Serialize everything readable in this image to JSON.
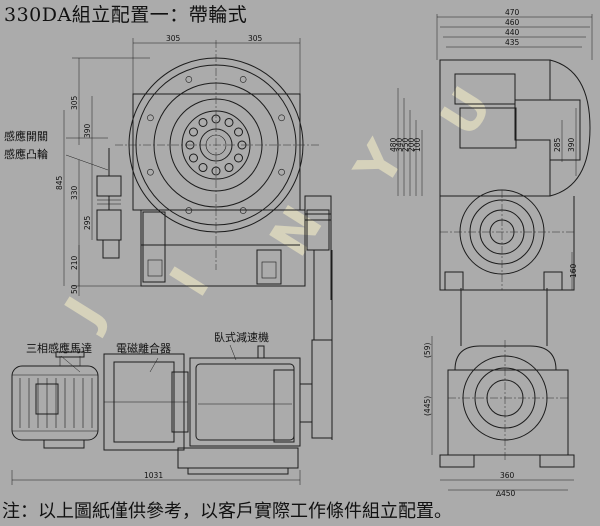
{
  "title": "330DA組立配置一：帶輪式",
  "footnote": "注：以上圖紙僅供參考，以客戶實際工作條件組立配置。",
  "labels": {
    "limit_switch": "感應開關",
    "sensing_cam": "感應凸輪",
    "three_phase_motor": "三相感應馬達",
    "clutch_brake": "電磁離合器",
    "reducer": "臥式減速機"
  },
  "watermark": "JINYU",
  "dimensions": {
    "top_left": "305",
    "top_right": "305",
    "v305": "305",
    "v390": "390",
    "v845": "845",
    "v330": "330",
    "v295": "295",
    "v210": "210",
    "v50": "50",
    "w1031": "1031",
    "w470": "470",
    "w460": "460",
    "w440": "440",
    "w435": "435",
    "v480": "480",
    "v340": "340",
    "v250": "250",
    "v200": "200",
    "v100": "100",
    "v285": "285",
    "v390b": "390",
    "v160": "160",
    "v59": "(59)",
    "v445": "(445)",
    "w360": "360",
    "w450": "∆450"
  }
}
